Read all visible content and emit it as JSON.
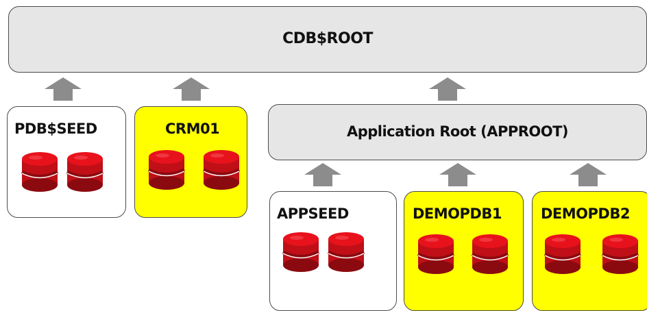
{
  "cdb_root": {
    "label": "CDB$ROOT"
  },
  "app_root": {
    "label": "Application Root (APPROOT)"
  },
  "pdbs": {
    "pdb_seed": {
      "label": "PDB$SEED"
    },
    "crm01": {
      "label": "CRM01"
    },
    "appseed": {
      "label": "APPSEED"
    },
    "demopdb1": {
      "label": "DEMOPDB1"
    },
    "demopdb2": {
      "label": "DEMOPDB2"
    }
  },
  "colors": {
    "container_fill": "#e6e6e6",
    "seed_fill": "#ffffff",
    "pdb_fill": "#ffff00",
    "arrow_fill": "#8c8c8c",
    "database_red": "#e8121c",
    "database_dark": "#8b0a10"
  },
  "icons": {
    "database": "database-cylinder-icon",
    "arrow": "arrow-up-icon"
  }
}
